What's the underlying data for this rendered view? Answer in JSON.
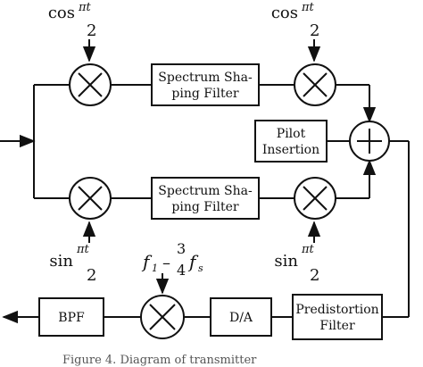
{
  "colors": {
    "stroke": "#111111",
    "background": "#ffffff",
    "caption": "#555555"
  },
  "blocks": {
    "ssf_top": [
      "Spectrum Sha-",
      "ping Filter"
    ],
    "ssf_bottom": [
      "Spectrum Sha-",
      "ping Filter"
    ],
    "pilot": [
      "Pilot",
      "Insertion"
    ],
    "predistortion": [
      "Predistortion",
      "Filter"
    ],
    "dac": "D/A",
    "bpf": "BPF"
  },
  "symbols": {
    "mixer": "multiply-circle",
    "summer": "plus-circle"
  },
  "labels": {
    "cos": "cos",
    "sin": "sin",
    "num": "πt",
    "den": "2",
    "f1": "f",
    "f1_sub": "1",
    "minus": "–",
    "frac_num": "3",
    "frac_den": "4",
    "fs": "f",
    "fs_sub": "s"
  },
  "caption": "Figure 4. Diagram of transmitter"
}
